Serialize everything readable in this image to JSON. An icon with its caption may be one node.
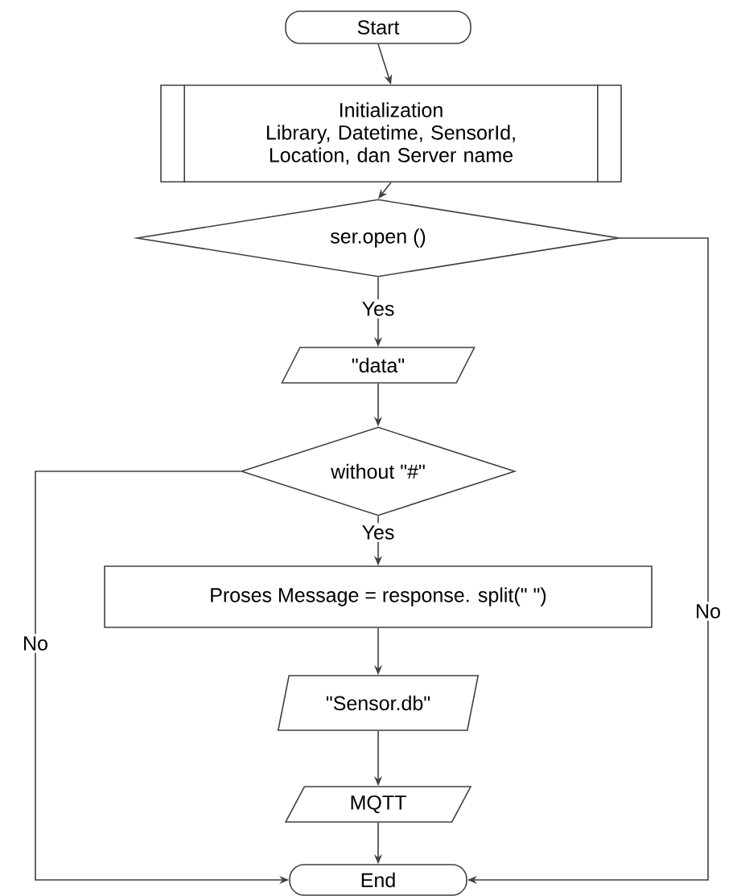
{
  "diagram": {
    "nodes": [
      {
        "text": [
          "Start"
        ]
      },
      {
        "text": [
          "Initialization",
          "Library, Datetime, SensorId, Location, dan Server name"
        ]
      },
      {
        "text": [
          "ser.open ()"
        ]
      },
      {
        "text": [
          "\"data\""
        ]
      },
      {
        "text": [
          "without \"#\""
        ]
      },
      {
        "text": [
          "Proses Message = response. split(\" \")"
        ]
      },
      {
        "text": [
          "\"Sensor.db\""
        ]
      },
      {
        "text": [
          "MQTT"
        ]
      },
      {
        "text": [
          "End"
        ]
      }
    ],
    "edges": [
      {
        "from": 0,
        "to": 1,
        "arrow": "to"
      },
      {
        "from": 1,
        "to": 2,
        "arrow": "to"
      },
      {
        "from": 2,
        "to": 3,
        "arrow": "to",
        "label": "Yes"
      },
      {
        "from": 3,
        "to": 4,
        "arrow": "to"
      },
      {
        "from": 4,
        "to": 5,
        "arrow": "to",
        "label": "Yes"
      },
      {
        "from": 5,
        "to": 6,
        "arrow": "to"
      },
      {
        "from": 6,
        "to": 7,
        "arrow": "to"
      },
      {
        "from": 7,
        "to": 8,
        "arrow": "to"
      },
      {
        "from": 2,
        "to": 8,
        "arrow": "to",
        "label": "No"
      },
      {
        "from": 4,
        "to": 8,
        "arrow": "to",
        "label": "No"
      }
    ]
  }
}
